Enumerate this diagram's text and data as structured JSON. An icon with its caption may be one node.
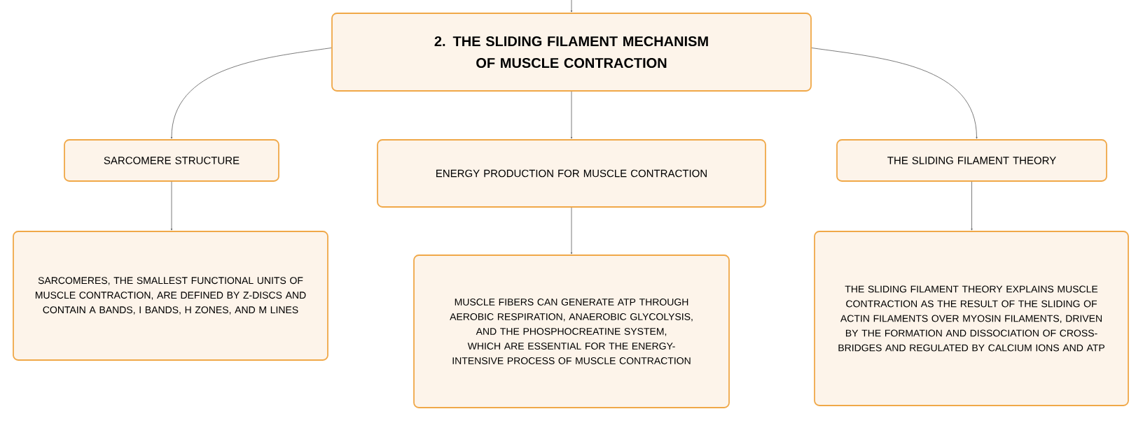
{
  "diagram": {
    "nodes": [
      {
        "text": [
          "2. THE SLIDING FILAMENT MECHANISM OF MUSCLE CONTRACTION"
        ]
      },
      {
        "text": [
          "SARCOMERE STRUCTURE"
        ]
      },
      {
        "text": [
          "ENERGY PRODUCTION FOR MUSCLE CONTRACTION"
        ]
      },
      {
        "text": [
          "THE SLIDING FILAMENT THEORY"
        ]
      },
      {
        "text": [
          "SARCOMERES, THE SMALLEST FUNCTIONAL UNITS OF MUSCLE CONTRACTION, ARE DEFINED BY Z-DISCS AND CONTAIN A BANDS, I BANDS, H ZONES, AND M LINES"
        ]
      },
      {
        "text": [
          "MUSCLE FIBERS CAN GENERATE ATP THROUGH AEROBIC RESPIRATION, ANAEROBIC GLYCOLYSIS, AND THE PHOSPHOCREATINE SYSTEM, WHICH ARE ESSENTIAL FOR THE ENERGY-INTENSIVE PROCESS OF MUSCLE CONTRACTION"
        ]
      },
      {
        "text": [
          "THE SLIDING FILAMENT THEORY EXPLAINS MUSCLE CONTRACTION AS THE RESULT OF THE SLIDING OF ACTIN FILAMENTS OVER MYOSIN FILAMENTS, DRIVEN BY THE FORMATION AND DISSOCIATION OF CROSS-BRIDGES AND REGULATED BY CALCIUM IONS AND ATP"
        ]
      }
    ],
    "edges": [
      {
        "from": null,
        "to": 0,
        "arrow": "to"
      },
      {
        "from": 0,
        "to": 1,
        "arrow": "to"
      },
      {
        "from": 0,
        "to": 2,
        "arrow": "to"
      },
      {
        "from": 0,
        "to": 3,
        "arrow": "to"
      },
      {
        "from": 1,
        "to": 4,
        "arrow": "to"
      },
      {
        "from": 2,
        "to": 5,
        "arrow": "to"
      },
      {
        "from": 3,
        "to": 6,
        "arrow": "to"
      }
    ]
  }
}
